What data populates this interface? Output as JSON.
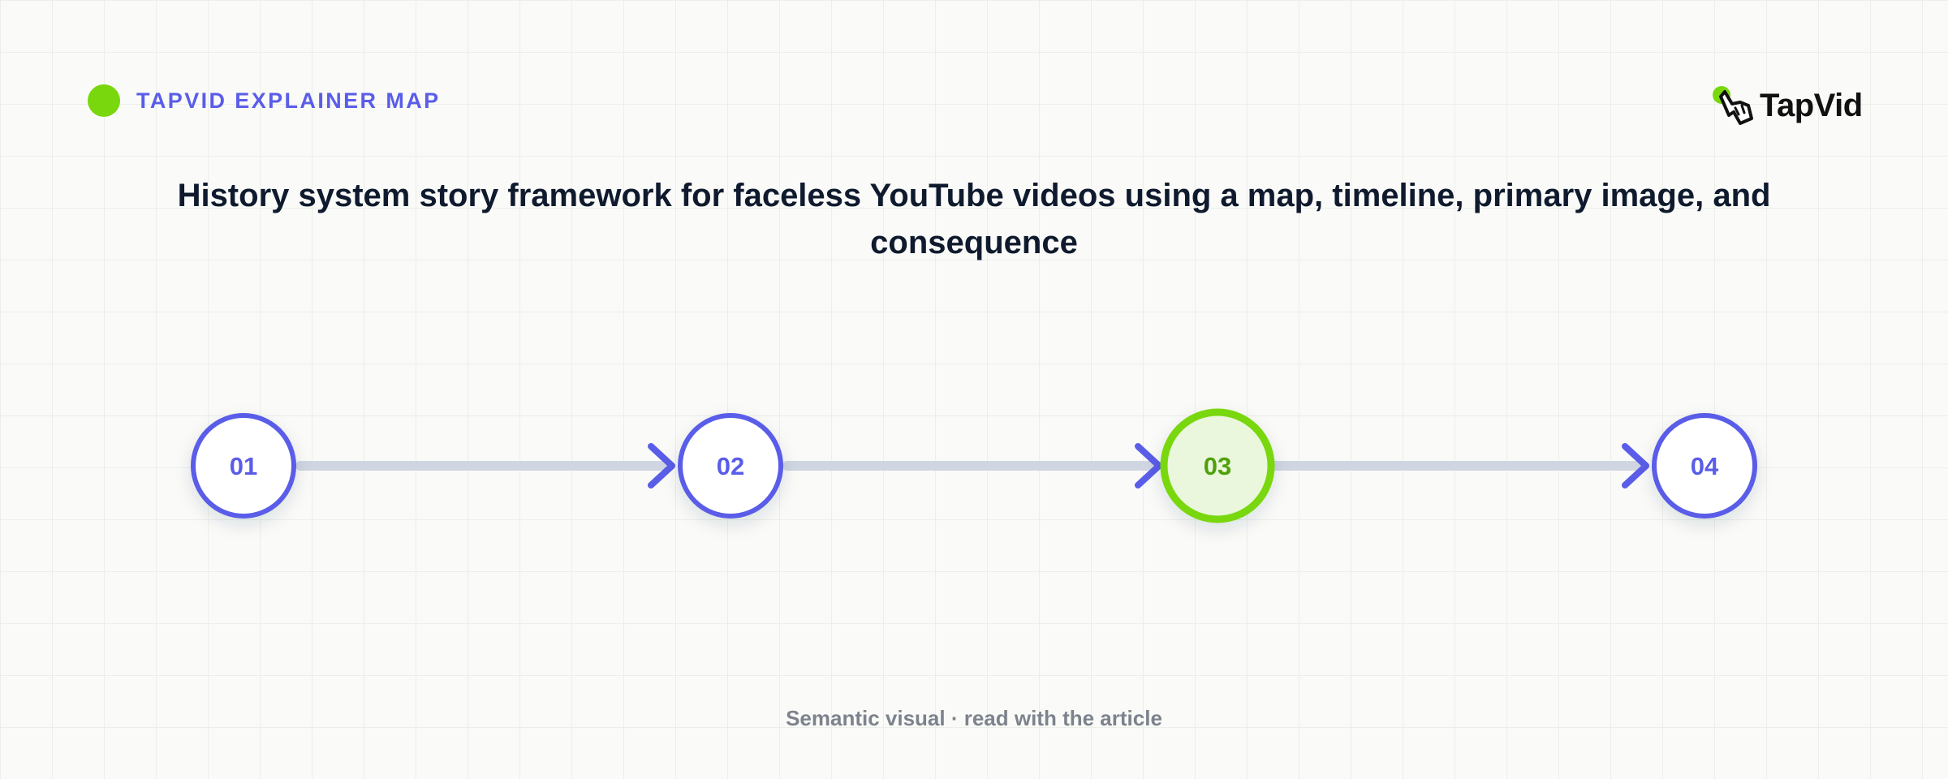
{
  "header": {
    "badge_label": "TAPVID EXPLAINER MAP",
    "badge_color": "#79d70e"
  },
  "logo": {
    "text": "TapVid",
    "icon": "pointing-hand-icon"
  },
  "title": "History system story framework for faceless YouTube videos using a map, timeline, primary image, and consequence",
  "steps": [
    {
      "label": "01",
      "highlighted": false
    },
    {
      "label": "02",
      "highlighted": false
    },
    {
      "label": "03",
      "highlighted": true
    },
    {
      "label": "04",
      "highlighted": false
    }
  ],
  "colors": {
    "accent": "#5a5de8",
    "highlight": "#79d70e",
    "highlight_fill": "#eaf7dc",
    "highlight_text": "#4fa10a",
    "connector": "#cfd6e2",
    "title": "#0f1a2e",
    "footer": "#7d838d"
  },
  "footer": "Semantic visual · read with the article"
}
